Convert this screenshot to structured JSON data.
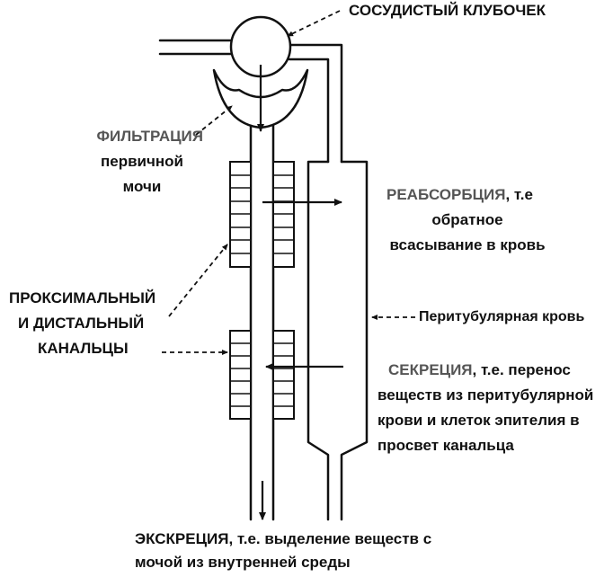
{
  "labels": {
    "glomerulus": "СОСУДИСТЫЙ КЛУБОЧЕК",
    "filtration": [
      "ФИЛЬТРАЦИЯ",
      "первичной",
      "мочи"
    ],
    "reabsorption": {
      "title": "РЕАБСОРБЦИЯ",
      "title_suffix": ", т.е",
      "lines": [
        "обратное",
        "всасывание в кровь"
      ]
    },
    "tubules": [
      "ПРОКСИМАЛЬНЫЙ",
      "И ДИСТАЛЬНЫЙ",
      "КАНАЛЬЦЫ"
    ],
    "peritubular": "Перитубулярная кровь",
    "secretion": {
      "title": "СЕКРЕЦИЯ",
      "title_suffix": ", т.е. перенос",
      "lines": [
        "веществ из перитубулярной",
        "крови и клеток эпителия в",
        "просвет канальца"
      ]
    },
    "excretion": {
      "title": "ЭКСКРЕЦИЯ",
      "title_suffix": ", т.е. выделение веществ с",
      "line2": "мочой из внутренней среды"
    }
  },
  "colors": {
    "ink": "#111111",
    "highlight_text": "#555555",
    "background": "#ffffff"
  }
}
